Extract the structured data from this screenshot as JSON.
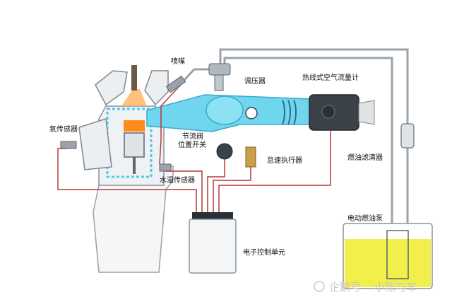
{
  "labels": {
    "injector": "喷嘴",
    "pressure_regulator": "调压器",
    "hot_wire_mass_air_flow_meter": "热线式空气流量计",
    "oxygen_sensor": "氧传感器",
    "throttle_position_switch_line1": "节流阀",
    "throttle_position_switch_line2": "位置开关",
    "idle_speed_actuator": "怠速执行器",
    "fuel_filter": "燃油滤清器",
    "coolant_temperature_sensor": "水温传感器",
    "electric_fuel_pump": "电动燃油泵",
    "ecu": "电子控制单元"
  },
  "watermark": {
    "brand": "企鹅号",
    "author": "小陈与车"
  },
  "colors": {
    "fuel_line": "#9aa3ab",
    "signal_wire": "#b73a3a",
    "air_duct": "#6fd6ee",
    "fuel_tank": "#f2ee4a",
    "combustion": "#ff8a1e",
    "engine_body": "#f6f6f6"
  }
}
